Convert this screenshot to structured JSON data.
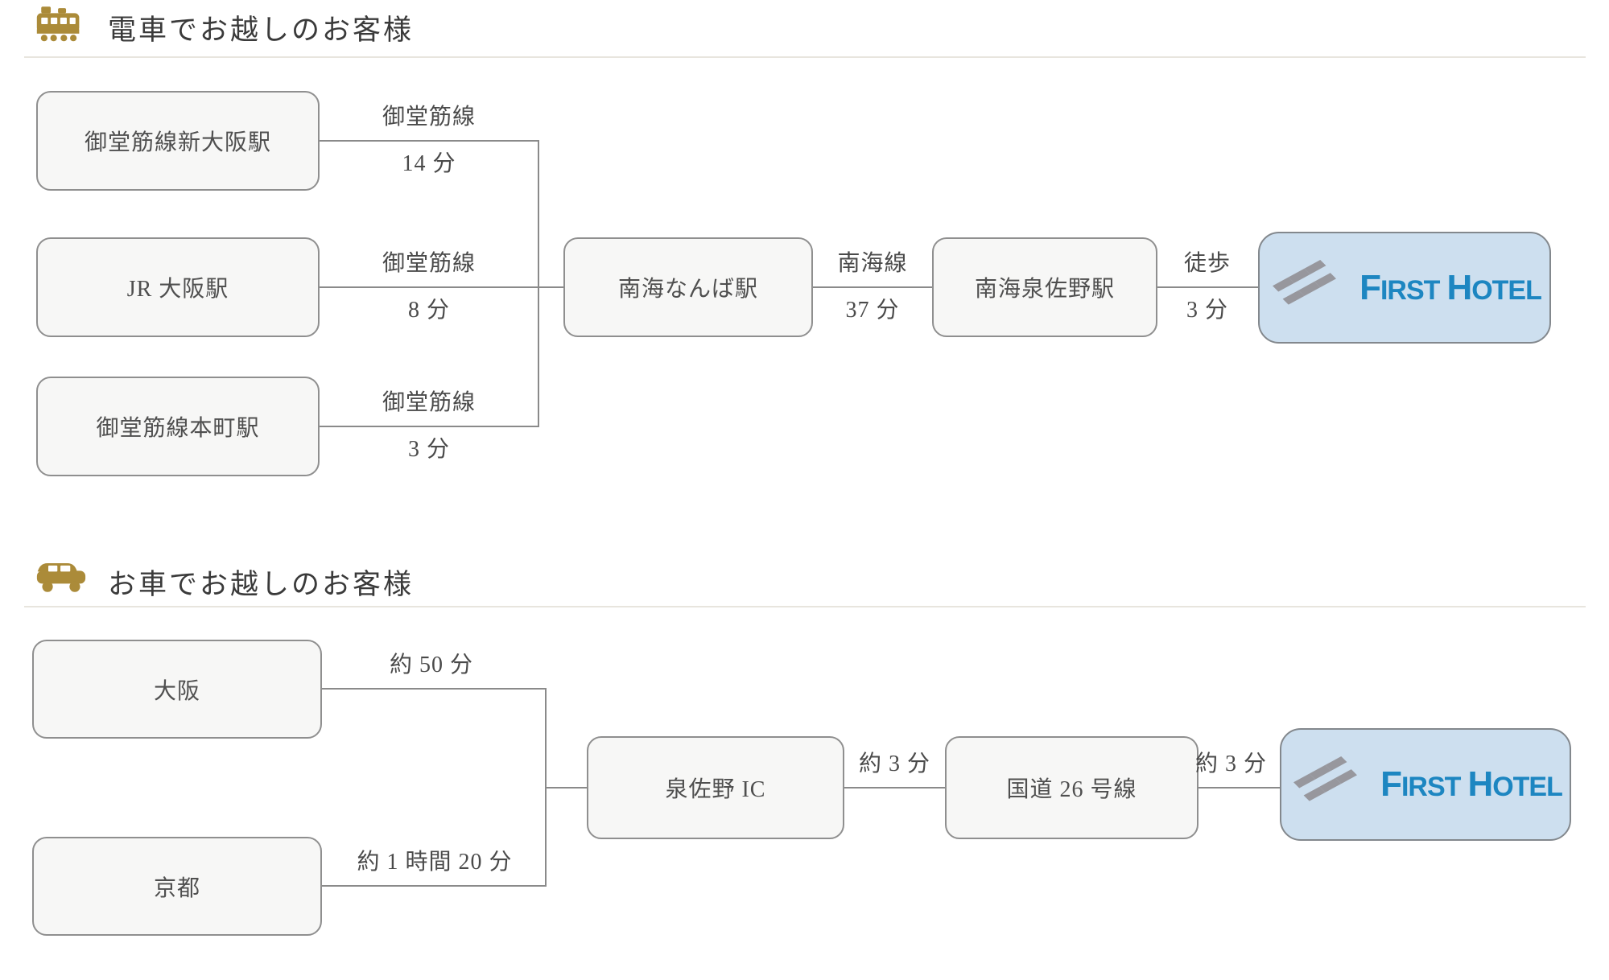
{
  "train_section": {
    "title": "電車でお越しのお客様",
    "origins": [
      {
        "station": "御堂筋線新大阪駅",
        "line": "御堂筋線",
        "time": "14 分"
      },
      {
        "station": "JR 大阪駅",
        "line": "御堂筋線",
        "time": "8 分"
      },
      {
        "station": "御堂筋線本町駅",
        "line": "御堂筋線",
        "time": "3 分"
      }
    ],
    "hub_station": "南海なんば駅",
    "leg2": {
      "line": "南海線",
      "time": "37 分"
    },
    "transfer_station": "南海泉佐野駅",
    "leg3": {
      "mode": "徒歩",
      "time": "3 分"
    }
  },
  "car_section": {
    "title": "お車でお越しのお客様",
    "origins": [
      {
        "place": "大阪",
        "time": "約 50 分"
      },
      {
        "place": "京都",
        "time": "約 1 時間 20 分"
      }
    ],
    "ic_node": "泉佐野 IC",
    "leg2_time": "約 3 分",
    "route_node": "国道 26 号線",
    "leg3_time": "約 3 分"
  },
  "hotel": {
    "f": "F",
    "irst": "IRST",
    "h": "H",
    "otel": "OTEL",
    "full_name": "FIRST HOTEL"
  },
  "icons": {
    "train": "train-icon",
    "car": "car-icon",
    "hotel_mark": "hotel-tiles-logo-mark"
  },
  "colors": {
    "accent_gold": "#ab8b39",
    "box_fill": "#f7f7f6",
    "box_border": "#8f8f8f",
    "line": "#8a8a8a",
    "hotel_bg": "#cddfef",
    "hotel_blue": "#1d86c1",
    "tile_gray": "#97979d",
    "rule": "#e8e5de"
  }
}
